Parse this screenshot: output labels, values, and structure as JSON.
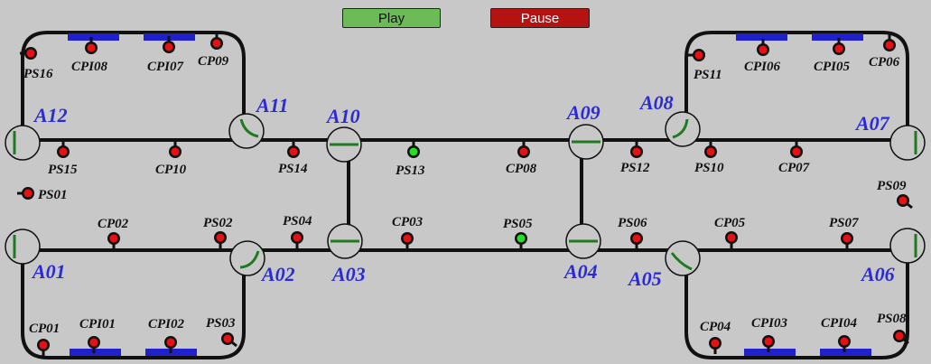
{
  "controls": {
    "play_label": "Play",
    "pause_label": "Pause"
  },
  "colors": {
    "background": "#c8c8c8",
    "track": "#111111",
    "switch_bar": "#1f7a1f",
    "sensor_off": "#e81010",
    "sensor_on": "#22e022",
    "platform": "#2020cc",
    "switch_label": "#2b2bd6"
  },
  "switches": [
    "A01",
    "A02",
    "A03",
    "A04",
    "A05",
    "A06",
    "A07",
    "A08",
    "A09",
    "A10",
    "A11",
    "A12"
  ],
  "sensors": [
    {
      "id": "PS16",
      "state": "off"
    },
    {
      "id": "CPI08",
      "state": "off"
    },
    {
      "id": "CPI07",
      "state": "off"
    },
    {
      "id": "CP09",
      "state": "off"
    },
    {
      "id": "PS15",
      "state": "off"
    },
    {
      "id": "CP10",
      "state": "off"
    },
    {
      "id": "PS14",
      "state": "off"
    },
    {
      "id": "PS13",
      "state": "on"
    },
    {
      "id": "CP08",
      "state": "off"
    },
    {
      "id": "PS12",
      "state": "off"
    },
    {
      "id": "PS10",
      "state": "off"
    },
    {
      "id": "CP07",
      "state": "off"
    },
    {
      "id": "PS11",
      "state": "off"
    },
    {
      "id": "CPI06",
      "state": "off"
    },
    {
      "id": "CPI05",
      "state": "off"
    },
    {
      "id": "CP06",
      "state": "off"
    },
    {
      "id": "PS01",
      "state": "off"
    },
    {
      "id": "PS09",
      "state": "off"
    },
    {
      "id": "CP02",
      "state": "off"
    },
    {
      "id": "PS02",
      "state": "off"
    },
    {
      "id": "PS04",
      "state": "off"
    },
    {
      "id": "CP03",
      "state": "off"
    },
    {
      "id": "PS05",
      "state": "on"
    },
    {
      "id": "PS06",
      "state": "off"
    },
    {
      "id": "CP05",
      "state": "off"
    },
    {
      "id": "PS07",
      "state": "off"
    },
    {
      "id": "CP01",
      "state": "off"
    },
    {
      "id": "CPI01",
      "state": "off"
    },
    {
      "id": "CPI02",
      "state": "off"
    },
    {
      "id": "PS03",
      "state": "off"
    },
    {
      "id": "CP04",
      "state": "off"
    },
    {
      "id": "CPI03",
      "state": "off"
    },
    {
      "id": "CPI04",
      "state": "off"
    },
    {
      "id": "PS08",
      "state": "off"
    }
  ]
}
